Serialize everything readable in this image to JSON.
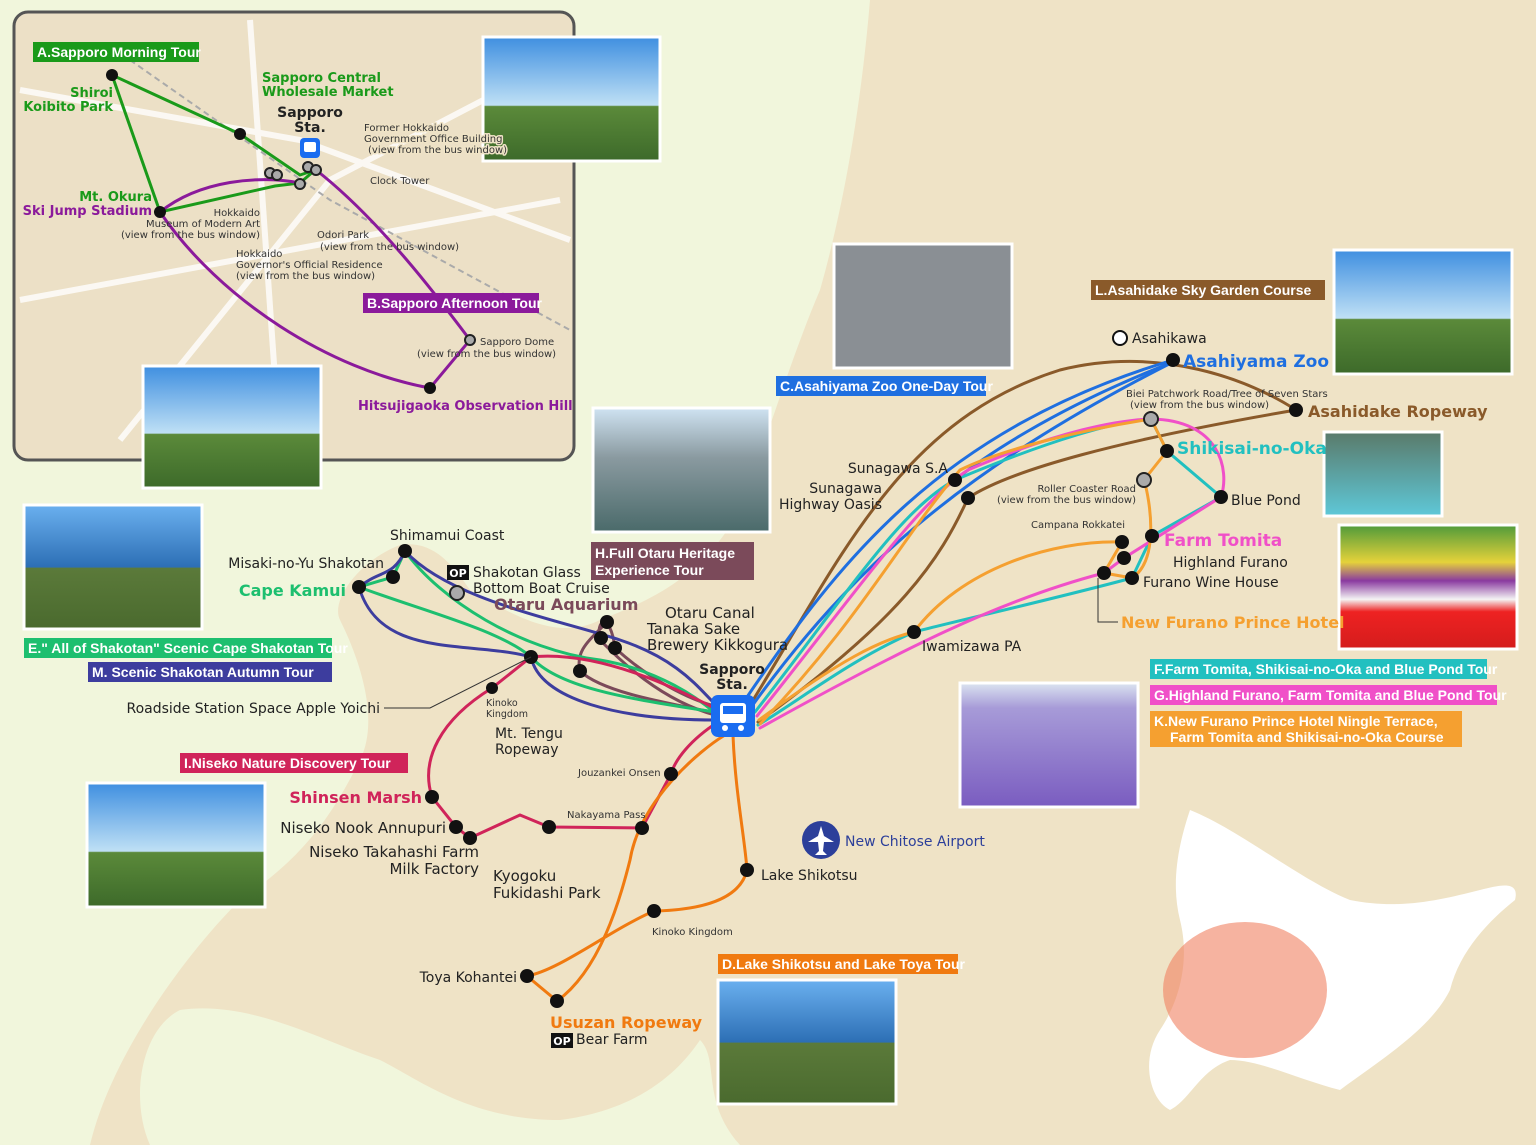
{
  "tours": {
    "A": {
      "label": "A.Sapporo Morning Tour",
      "color": "#1a9a1a"
    },
    "B": {
      "label": "B.Sapporo Afternoon Tour",
      "color": "#8b1a9b"
    },
    "C": {
      "label": "C.Asahiyama Zoo One-Day Tour",
      "color": "#1f6fe0"
    },
    "D": {
      "label": "D.Lake Shikotsu and Lake Toya Tour",
      "color": "#f07a10"
    },
    "E": {
      "label": "E.\" All of Shakotan\" Scenic Cape Shakotan Tour",
      "color": "#1dbf6f"
    },
    "M": {
      "label": "M. Scenic Shakotan Autumn Tour",
      "color": "#3d3d9e"
    },
    "H": {
      "label_1": "H.Full Otaru Heritage",
      "label_2": "Experience Tour",
      "color": "#7b4a5a"
    },
    "I": {
      "label": "I.Niseko Nature Discovery Tour",
      "color": "#d0245a"
    },
    "F": {
      "label": "F.Farm Tomita, Shikisai-no-Oka and Blue Pond Tour",
      "color": "#22c0c0"
    },
    "G": {
      "label": "G.Highland Furano, Farm Tomita and Blue Pond Tour",
      "color": "#f050c8"
    },
    "K": {
      "label_1": "K.New Furano Prince Hotel Ningle Terrace,",
      "label_2": "Farm Tomita and Shikisai-no-Oka Course",
      "color": "#f5a030"
    },
    "L": {
      "label": "L.Asahidake Sky Garden Course",
      "color": "#8a5a2a"
    }
  },
  "inset": {
    "shiroi": [
      "Shiroi",
      "Koibito Park"
    ],
    "market": [
      "Sapporo Central",
      "Wholesale Market"
    ],
    "station": [
      "Sapporo",
      "Sta."
    ],
    "former_gov": [
      "Former Hokkaido",
      "Government Office Building",
      "(view from the bus window)"
    ],
    "clock_tower": "Clock Tower",
    "okura": [
      "Mt. Okura",
      "Ski Jump Stadium"
    ],
    "museum": [
      "Hokkaido",
      "Museum of Modern Art",
      "(view from the bus window)"
    ],
    "odori": [
      "Odori Park",
      "(view from the bus window)"
    ],
    "governor": [
      "Hokkaido",
      "Governor's Official Residence",
      "(view from the bus window)"
    ],
    "dome": [
      "Sapporo Dome",
      "(view from the bus window)"
    ],
    "hitsujigaoka": "Hitsujigaoka Observation Hill"
  },
  "places": {
    "station": [
      "Sapporo",
      "Sta."
    ],
    "shimamui": "Shimamui Coast",
    "misaki": "Misaki-no-Yu Shakotan",
    "cape_kamui": "Cape Kamui",
    "op": "OP",
    "glass_boat": [
      "Shakotan Glass",
      "Bottom Boat Cruise"
    ],
    "otaru_aquarium": "Otaru Aquarium",
    "otaru_canal": "Otaru Canal",
    "tanaka": [
      "Tanaka Sake",
      "Brewery Kikkogura"
    ],
    "yoichi": "Roadside Station Space Apple Yoichi",
    "kinoko_kingdom_n": [
      "Kinoko",
      "Kingdom"
    ],
    "tengu": [
      "Mt. Tengu",
      "Ropeway"
    ],
    "jouzankei": "Jouzankei Onsen",
    "nakayama": "Nakayama Pass",
    "shinsen": "Shinsen Marsh",
    "niseko_nook": "Niseko Nook Annupuri",
    "takahashi": [
      "Niseko Takahashi Farm",
      "Milk Factory"
    ],
    "kyogoku": [
      "Kyogoku",
      "Fukidashi Park"
    ],
    "airport": "New Chitose Airport",
    "shikotsu": "Lake Shikotsu",
    "kinoko_kingdom_s": "Kinoko Kingdom",
    "toya": "Toya Kohantei",
    "usuzan": "Usuzan Ropeway",
    "bear_farm": "Bear Farm",
    "asahikawa": "Asahikawa",
    "asahiyama_zoo": "Asahiyama Zoo",
    "biei": [
      "Biei Patchwork Road/Tree of Seven Stars",
      "(view from the bus window)"
    ],
    "asahidake": "Asahidake Ropeway",
    "shikisai": "Shikisai-no-Oka",
    "sunagawa_sa": "Sunagawa S.A",
    "sunagawa_oasis": [
      "Sunagawa",
      "Highway Oasis"
    ],
    "roller": [
      "Roller Coaster Road",
      "(view from the bus window)"
    ],
    "blue_pond": "Blue Pond",
    "campana": "Campana Rokkatei",
    "farm_tomita": "Farm Tomita",
    "highland": "Highland Furano",
    "wine_house": "Furano Wine House",
    "prince_hotel": "New Furano Prince Hotel",
    "iwamizawa": "Iwamizawa PA"
  }
}
